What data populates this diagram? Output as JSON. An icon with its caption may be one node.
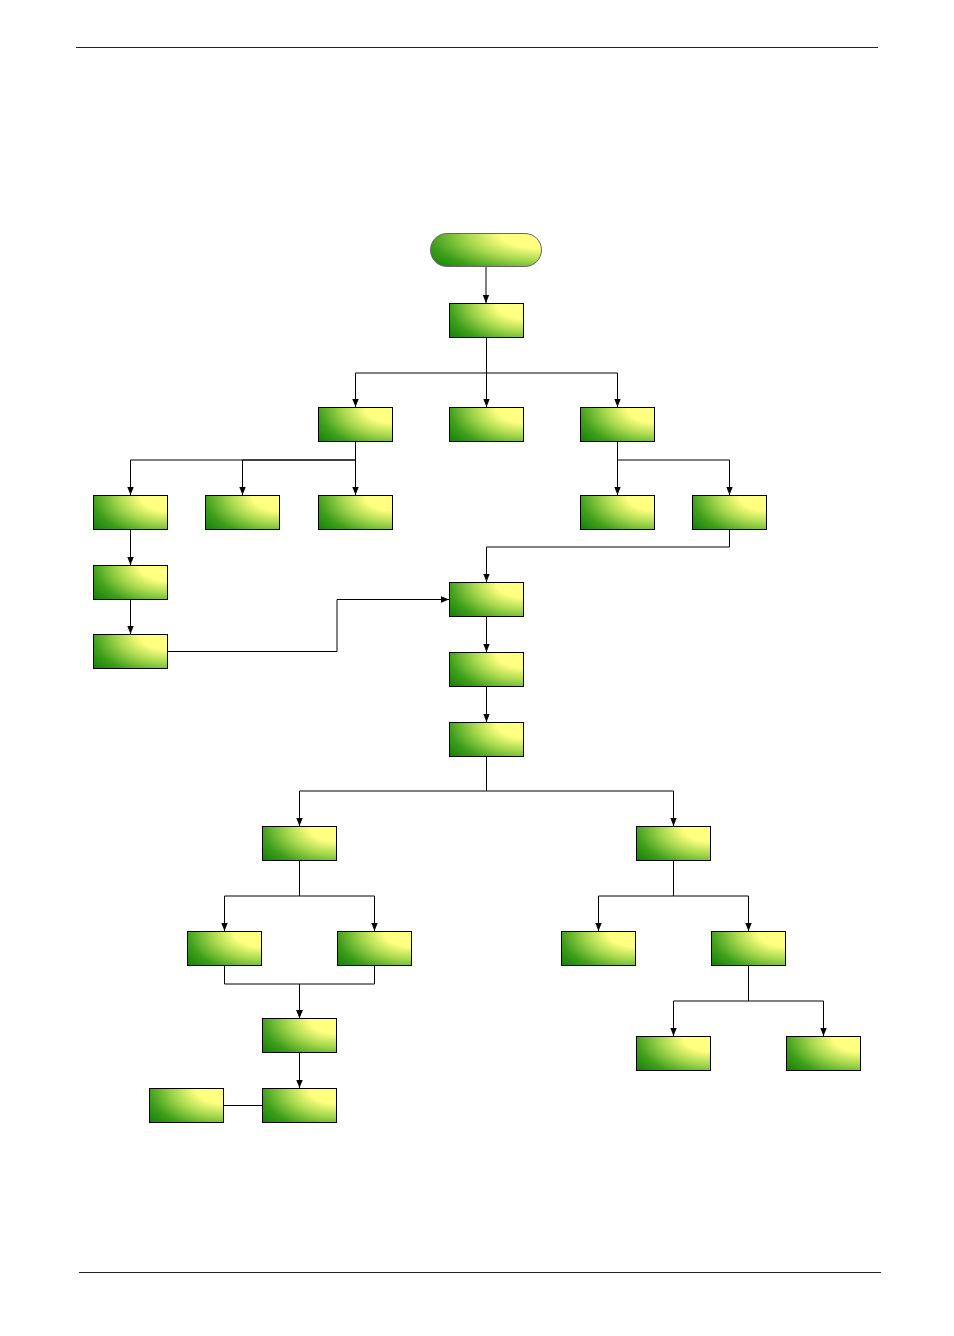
{
  "diagram": {
    "nodes": [
      {
        "text": [],
        "shape": "pill"
      },
      {
        "text": [],
        "shape": "box"
      },
      {
        "text": [],
        "shape": "box"
      },
      {
        "text": [],
        "shape": "box"
      },
      {
        "text": [],
        "shape": "box"
      },
      {
        "text": [],
        "shape": "box"
      },
      {
        "text": [],
        "shape": "box"
      },
      {
        "text": [],
        "shape": "box"
      },
      {
        "text": [],
        "shape": "box"
      },
      {
        "text": [],
        "shape": "box"
      },
      {
        "text": [],
        "shape": "box"
      },
      {
        "text": [],
        "shape": "box"
      },
      {
        "text": [],
        "shape": "box"
      },
      {
        "text": [],
        "shape": "box"
      },
      {
        "text": [],
        "shape": "box"
      },
      {
        "text": [],
        "shape": "box"
      },
      {
        "text": [],
        "shape": "box"
      },
      {
        "text": [],
        "shape": "box"
      },
      {
        "text": [],
        "shape": "box"
      },
      {
        "text": [],
        "shape": "box"
      },
      {
        "text": [],
        "shape": "box"
      },
      {
        "text": [],
        "shape": "box"
      },
      {
        "text": [],
        "shape": "box"
      },
      {
        "text": [],
        "shape": "box"
      },
      {
        "text": [],
        "shape": "box"
      },
      {
        "text": [],
        "shape": "box"
      }
    ],
    "edges": [
      {
        "from": 0,
        "to": 1,
        "arrow": "to"
      },
      {
        "from": 1,
        "to": 2,
        "arrow": "to"
      },
      {
        "from": 1,
        "to": 3,
        "arrow": "to"
      },
      {
        "from": 1,
        "to": 4,
        "arrow": "to"
      },
      {
        "from": 2,
        "to": 5,
        "arrow": "to"
      },
      {
        "from": 2,
        "to": 6,
        "arrow": "to"
      },
      {
        "from": 2,
        "to": 7,
        "arrow": "to"
      },
      {
        "from": 4,
        "to": 8,
        "arrow": "to"
      },
      {
        "from": 4,
        "to": 9,
        "arrow": "to"
      },
      {
        "from": 5,
        "to": 10,
        "arrow": "to"
      },
      {
        "from": 10,
        "to": 12,
        "arrow": "to"
      },
      {
        "from": 9,
        "to": 11,
        "arrow": "to"
      },
      {
        "from": 12,
        "to": 11,
        "arrow": "to"
      },
      {
        "from": 11,
        "to": 13,
        "arrow": "to"
      },
      {
        "from": 13,
        "to": 14,
        "arrow": "to"
      },
      {
        "from": 14,
        "to": 15,
        "arrow": "to"
      },
      {
        "from": 14,
        "to": 16,
        "arrow": "to"
      },
      {
        "from": 15,
        "to": 17,
        "arrow": "to"
      },
      {
        "from": 15,
        "to": 18,
        "arrow": "to"
      },
      {
        "from": 17,
        "to": 21,
        "arrow": "to"
      },
      {
        "from": 18,
        "to": 21,
        "arrow": "to"
      },
      {
        "from": 16,
        "to": 19,
        "arrow": "to"
      },
      {
        "from": 16,
        "to": 20,
        "arrow": "to"
      },
      {
        "from": 20,
        "to": 22,
        "arrow": "to"
      },
      {
        "from": 20,
        "to": 23,
        "arrow": "to"
      },
      {
        "from": 21,
        "to": 25,
        "arrow": "to"
      },
      {
        "from": 24,
        "to": 25,
        "arrow": "none"
      }
    ]
  }
}
